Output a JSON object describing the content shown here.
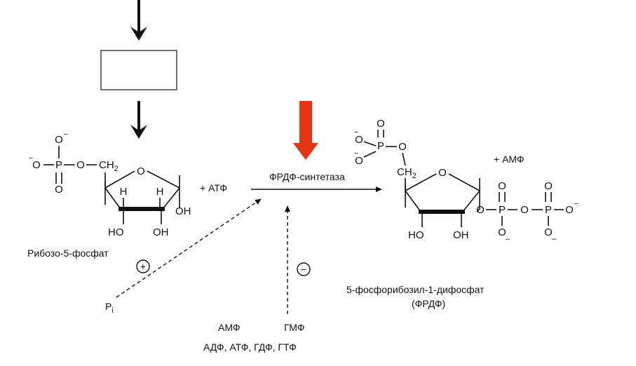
{
  "empty_box_text": "",
  "enzyme": {
    "name": "ФРДФ-синтетаза",
    "indicator_color": "#e63312"
  },
  "substrate": {
    "name": "Рибозо-5-фосфат",
    "co_substrate": "+ АТФ"
  },
  "product": {
    "name_line1": "5-фосфорибозил-1-дифосфат",
    "name_line2": "(ФРДФ)",
    "co_product": "+ АМФ"
  },
  "activator": {
    "sign": "+",
    "agent": "P",
    "agent_sub": "i"
  },
  "inhibitor": {
    "sign": "−",
    "line1_left": "АМФ",
    "line1_right": "ГМФ",
    "line2": "АДФ, АТФ, ГДФ, ГТФ"
  },
  "atoms": {
    "o": "O",
    "o_minus": "O",
    "minus": "−",
    "p": "P",
    "h": "H",
    "oh": "OH",
    "ho": "HO",
    "ch2": "CH",
    "sub2": "2",
    "dash": "–"
  }
}
